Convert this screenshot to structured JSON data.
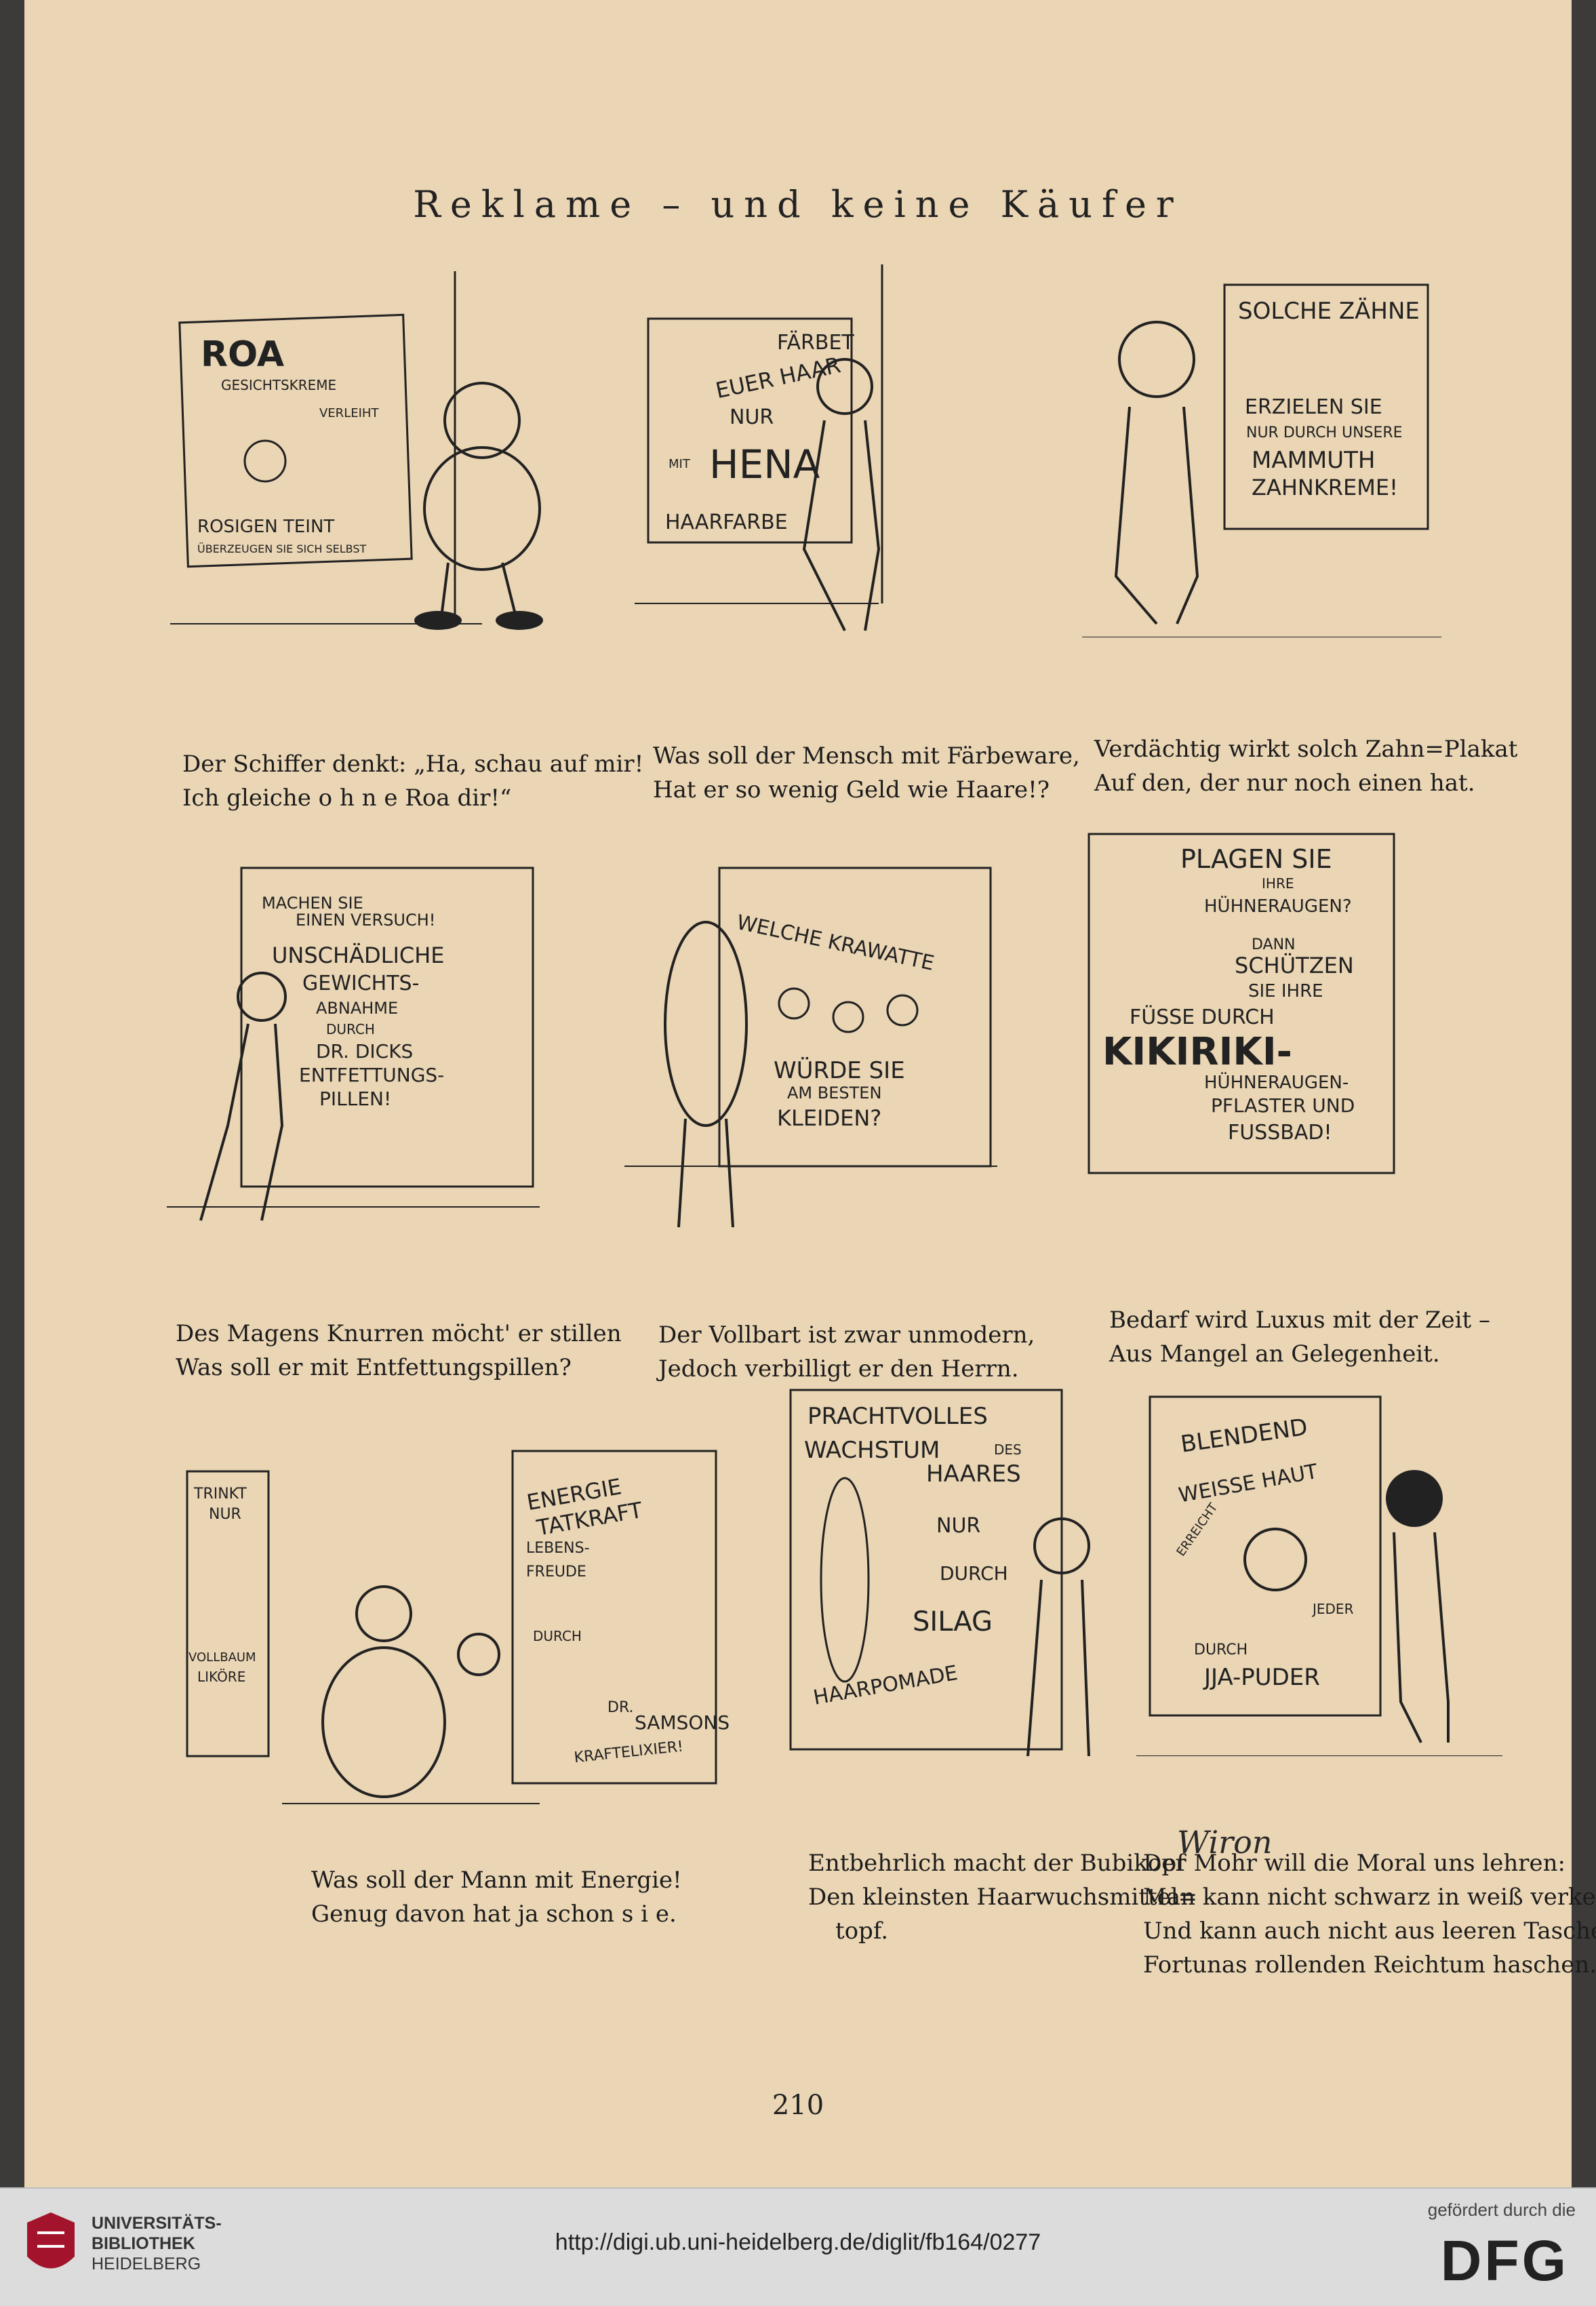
{
  "title": "Reklame – und keine Käufer",
  "panels": [
    {
      "poster": [
        "ROA",
        "GESICHTSKREME",
        "VERLEIHT",
        "ROSIGEN TEINT",
        "ÜBERZEUGEN SIE SICH SELBST"
      ],
      "caption": [
        "Der Schiffer denkt: „Ha, schau auf mir!",
        "Ich gleiche o h n e Roa dir!“"
      ]
    },
    {
      "poster": [
        "FÄRBET",
        "EUER HAAR",
        "NUR",
        "MIT",
        "HENA",
        "HAARFARBE"
      ],
      "caption": [
        "Was soll der Mensch mit Färbeware,",
        "Hat er so wenig Geld wie Haare!?"
      ]
    },
    {
      "poster": [
        "SOLCHE ZÄHNE",
        "ERZIELEN SIE",
        "NUR DURCH UNSERE",
        "MAMMUTH",
        "ZAHNKREME!"
      ],
      "caption": [
        "Verdächtig wirkt solch Zahn=Plakat",
        "Auf den, der nur noch einen hat."
      ]
    },
    {
      "poster": [
        "MACHEN SIE",
        "EINEN VERSUCH!",
        "UNSCHÄDLICHE",
        "GEWICHTS-",
        "ABNAHME",
        "DURCH",
        "DR. DICKS",
        "ENTFETTUNGS-",
        "PILLEN!"
      ],
      "caption": [
        "Des Magens Knurren möcht' er stillen",
        "Was soll er mit Entfettungspillen?"
      ]
    },
    {
      "poster": [
        "WELCHE KRAWATTE",
        "WÜRDE SIE",
        "AM BESTEN",
        "KLEIDEN?"
      ],
      "caption": [
        "Der Vollbart ist zwar unmodern,",
        "Jedoch verbilligt er den Herrn."
      ]
    },
    {
      "poster": [
        "PLAGEN SIE",
        "IHRE",
        "HÜHNERAUGEN?",
        "DANN",
        "SCHÜTZEN",
        "SIE IHRE",
        "FÜSSE DURCH",
        "KIKIRIKI-",
        "HÜHNERAUGEN-",
        "PFLASTER UND",
        "FUSSBAD!"
      ],
      "caption": [
        "Bedarf wird Luxus mit der Zeit –",
        "Aus Mangel an Gelegenheit."
      ]
    },
    {
      "poster": [
        "TRINKT",
        "NUR",
        "VOLLBAUM",
        "LIKÖRE",
        "ENERGIE",
        "TATKRAFT",
        "LEBENS-",
        "FREUDE",
        "DURCH",
        "DR.",
        "SAMSONS",
        "KRAFTELIXIER!"
      ],
      "caption": [
        "Was soll der Mann mit Energie!",
        "Genug davon hat ja schon s i e."
      ]
    },
    {
      "poster": [
        "PRACHTVOLLES",
        "WACHSTUM",
        "DES",
        "HAARES",
        "NUR",
        "DURCH",
        "SILAG",
        "HAARPOMADE"
      ],
      "caption": [
        "Entbehrlich macht der Bubikopf",
        "Den kleinsten Haarwuchsmittel=",
        "topf."
      ]
    },
    {
      "poster": [
        "BLENDEND",
        "WEISSE HAUT",
        "ERREICHT",
        "JEDER",
        "DURCH",
        "JJA-PUDER"
      ],
      "caption": [
        "Der Mohr will die Moral uns lehren:",
        "Man kann nicht schwarz in weiß verkehren",
        "Und kann auch nicht aus leeren Taschen",
        "Fortunas rollenden Reichtum haschen."
      ]
    }
  ],
  "signature": "Wiron",
  "page_number": "210",
  "footer": {
    "institution": [
      "UNIVERSITÄTS-",
      "BIBLIOTHEK",
      "HEIDELBERG"
    ],
    "url": "http://digi.ub.uni-heidelberg.de/diglit/fb164/0277",
    "funding_note": "gefördert durch die",
    "funder": "DFG"
  }
}
